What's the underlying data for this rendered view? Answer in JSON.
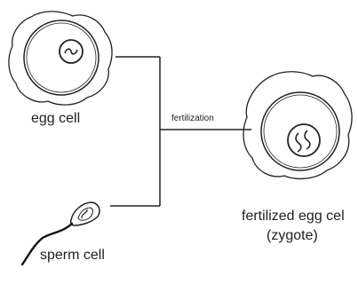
{
  "labels": {
    "egg_cell": "egg cell",
    "fertilization": "fertilization",
    "fertilized_egg_line1": "fertilized egg cel",
    "fertilized_egg_line2": "(zygote)",
    "sperm_cell": "sperm cell"
  },
  "colors": {
    "ink": "#222222",
    "background": "#ffffff"
  }
}
